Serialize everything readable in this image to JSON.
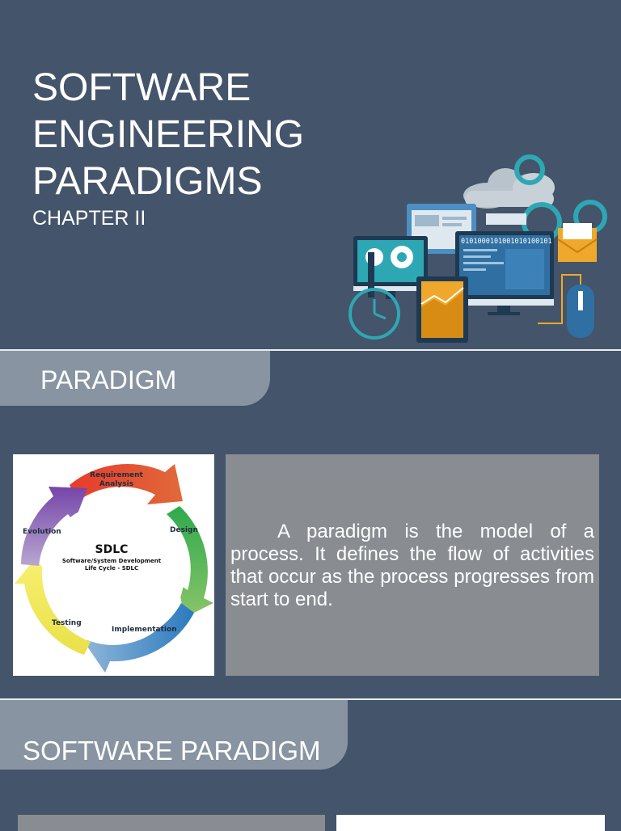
{
  "slide1": {
    "title_lines": [
      "SOFTWARE",
      "ENGINEERING",
      "PARADIGMS"
    ],
    "subtitle": "CHAPTER II",
    "illustration": {
      "binary_text": "0101000101001010100101"
    }
  },
  "slide2": {
    "heading": "PARADIGM",
    "sdlc_diagram": {
      "center_title": "SDLC",
      "center_subtitle_line1": "Software/System Development",
      "center_subtitle_line2": "Life Cycle - SDLC",
      "stages": [
        "Requirement Analysis",
        "Design",
        "Implementation",
        "Testing",
        "Evolution"
      ],
      "stage_label_lines": {
        "req_line1": "Requirement",
        "req_line2": "Analysis",
        "design": "Design",
        "implementation": "Implementation",
        "testing": "Testing",
        "evolution": "Evolution"
      },
      "colors": [
        "#e0302b",
        "#3aa64a",
        "#2f7fbf",
        "#f3e23a",
        "#7d4aa8"
      ]
    },
    "paragraph": "A paradigm is the model of a process. It defines the flow of activities that occur as the process progresses from start to end."
  },
  "slide3": {
    "heading": "SOFTWARE PARADIGM"
  }
}
